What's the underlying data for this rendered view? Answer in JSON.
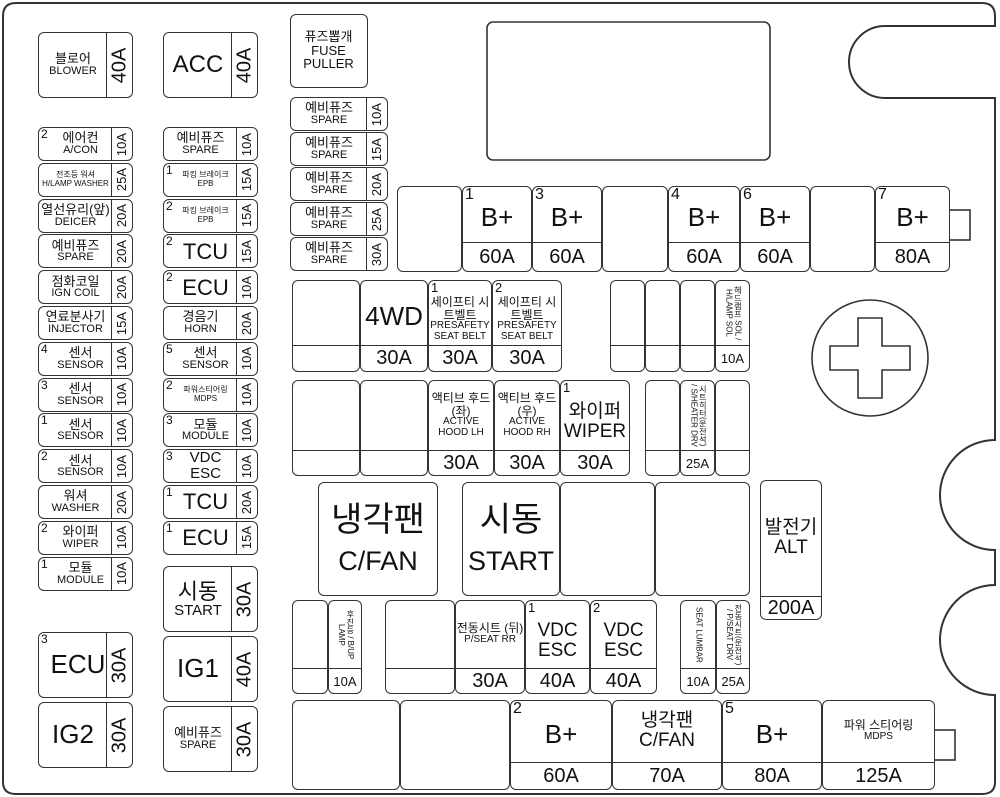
{
  "top_large": [
    {
      "ko": "블로어",
      "en": "BLOWER",
      "amp": "40A"
    },
    {
      "big": "ACC",
      "amp": "40A"
    }
  ],
  "left_column": [
    {
      "num": "2",
      "ko": "에어컨",
      "en": "A/CON",
      "amp": "10A"
    },
    {
      "ko": "전조등 워셔",
      "en": "H/LAMP WASHER",
      "amp": "25A",
      "tiny": true
    },
    {
      "ko": "열선유리(앞)",
      "en": "DEICER",
      "amp": "20A"
    },
    {
      "ko": "예비퓨즈",
      "en": "SPARE",
      "amp": "20A"
    },
    {
      "ko": "점화코일",
      "en": "IGN COIL",
      "amp": "20A"
    },
    {
      "ko": "연료분사기",
      "en": "INJECTOR",
      "amp": "15A"
    },
    {
      "num": "4",
      "ko": "센서",
      "en": "SENSOR",
      "amp": "10A"
    },
    {
      "num": "3",
      "ko": "센서",
      "en": "SENSOR",
      "amp": "10A"
    },
    {
      "num": "1",
      "ko": "센서",
      "en": "SENSOR",
      "amp": "10A"
    },
    {
      "num": "2",
      "ko": "센서",
      "en": "SENSOR",
      "amp": "10A"
    },
    {
      "ko": "워셔",
      "en": "WASHER",
      "amp": "20A"
    },
    {
      "num": "2",
      "ko": "와이퍼",
      "en": "WIPER",
      "amp": "10A"
    },
    {
      "num": "1",
      "ko": "모듈",
      "en": "MODULE",
      "amp": "10A"
    }
  ],
  "middle_column": [
    {
      "ko": "예비퓨즈",
      "en": "SPARE",
      "amp": "10A"
    },
    {
      "num": "1",
      "ko": "파킹 브레이크",
      "en": "EPB",
      "amp": "15A",
      "tiny": true
    },
    {
      "num": "2",
      "ko": "파킹 브레이크",
      "en": "EPB",
      "amp": "15A",
      "tiny": true
    },
    {
      "num": "2",
      "big": "TCU",
      "amp": "15A"
    },
    {
      "num": "2",
      "big": "ECU",
      "amp": "10A"
    },
    {
      "ko": "경음기",
      "en": "HORN",
      "amp": "20A"
    },
    {
      "num": "5",
      "ko": "센서",
      "en": "SENSOR",
      "amp": "10A"
    },
    {
      "num": "2",
      "ko": "파워스티어링",
      "en": "MDPS",
      "amp": "10A",
      "tiny": true
    },
    {
      "num": "3",
      "ko": "모듈",
      "en": "MODULE",
      "amp": "10A"
    },
    {
      "num": "3",
      "ko": "VDC",
      "en": "ESC",
      "amp": "10A",
      "mid": true
    },
    {
      "num": "1",
      "big": "TCU",
      "amp": "20A"
    },
    {
      "num": "1",
      "big": "ECU",
      "amp": "15A"
    }
  ],
  "left_large": [
    {
      "num": "3",
      "big": "ECU",
      "amp": "30A"
    },
    {
      "big": "IG2",
      "amp": "30A"
    }
  ],
  "middle_large": [
    {
      "ko": "시동",
      "en": "START",
      "amp": "30A",
      "large": true
    },
    {
      "big": "IG1",
      "amp": "40A"
    },
    {
      "ko": "예비퓨즈",
      "en": "SPARE",
      "amp": "30A"
    }
  ],
  "fuse_puller": {
    "ko": "퓨즈뽑개",
    "en": "FUSE",
    "en2": "PULLER"
  },
  "spare_fuses": [
    {
      "ko": "예비퓨즈",
      "en": "SPARE",
      "amp": "10A"
    },
    {
      "ko": "예비퓨즈",
      "en": "SPARE",
      "amp": "15A"
    },
    {
      "ko": "예비퓨즈",
      "en": "SPARE",
      "amp": "20A"
    },
    {
      "ko": "예비퓨즈",
      "en": "SPARE",
      "amp": "25A"
    },
    {
      "ko": "예비퓨즈",
      "en": "SPARE",
      "amp": "30A"
    }
  ],
  "b_plus_row": [
    {},
    {
      "num": "1",
      "big": "B+",
      "amp": "60A"
    },
    {
      "num": "3",
      "big": "B+",
      "amp": "60A"
    },
    {},
    {
      "num": "4",
      "big": "B+",
      "amp": "60A"
    },
    {
      "num": "6",
      "big": "B+",
      "amp": "60A"
    },
    {},
    {
      "num": "7",
      "big": "B+",
      "amp": "80A"
    }
  ],
  "row_2": [
    {},
    {
      "big": "4WD",
      "amp": "30A"
    },
    {
      "num": "1",
      "ko": "세이프티 시트벨트",
      "en": "PRESAFETY SEAT BELT",
      "amp": "30A"
    },
    {
      "num": "2",
      "ko": "세이프티 시트벨트",
      "en": "PRESAFETY SEAT BELT",
      "amp": "30A"
    },
    {},
    {},
    {},
    {
      "vert": "헤드램프 SOL / H/LAMP SOL",
      "amp": "10A"
    }
  ],
  "row_3": [
    {},
    {},
    {
      "ko": "액티브 후드(좌)",
      "en": "ACTIVE HOOD LH",
      "amp": "30A"
    },
    {
      "ko": "액티브 후드(우)",
      "en": "ACTIVE HOOD RH",
      "amp": "30A"
    },
    {
      "num": "1",
      "ko": "와이퍼",
      "en": "WIPER",
      "amp": "30A",
      "mid": true
    },
    {},
    {
      "vert": "시트히터(운전석) / S/HEATER DRV",
      "amp": "25A"
    },
    {}
  ],
  "row_4": [
    {
      "ko": "냉각팬",
      "en": "C/FAN",
      "huge": true
    },
    {
      "ko": "시동",
      "en": "START",
      "huge": true
    },
    {},
    {},
    {
      "ko": "발전기",
      "en": "ALT",
      "amp": "200A",
      "mid": true
    }
  ],
  "row_5": [
    {},
    {
      "vert": "후진등 / B/UP LAMP",
      "amp": "10A"
    },
    {},
    {
      "ko": "전동시트 (뒤)",
      "en": "P/SEAT RR",
      "amp": "30A"
    },
    {
      "num": "1",
      "ko": "VDC",
      "en": "ESC",
      "amp": "40A",
      "mid": true
    },
    {
      "num": "2",
      "ko": "VDC",
      "en": "ESC",
      "amp": "40A",
      "mid": true
    },
    {
      "vert": "SEAT LUMBAR",
      "amp": "10A"
    },
    {
      "vert": "전동시트(운전석) / P/SEAT DRV",
      "amp": "25A"
    }
  ],
  "row_6": [
    {},
    {},
    {
      "num": "2",
      "big": "B+",
      "amp": "60A"
    },
    {
      "ko": "냉각팬",
      "en": "C/FAN",
      "amp": "70A",
      "mid": true
    },
    {
      "num": "5",
      "big": "B+",
      "amp": "80A"
    },
    {
      "ko": "파워 스티어링",
      "en": "MDPS",
      "amp": "125A"
    }
  ],
  "colors": {
    "line": "#333333",
    "background": "#ffffff"
  }
}
